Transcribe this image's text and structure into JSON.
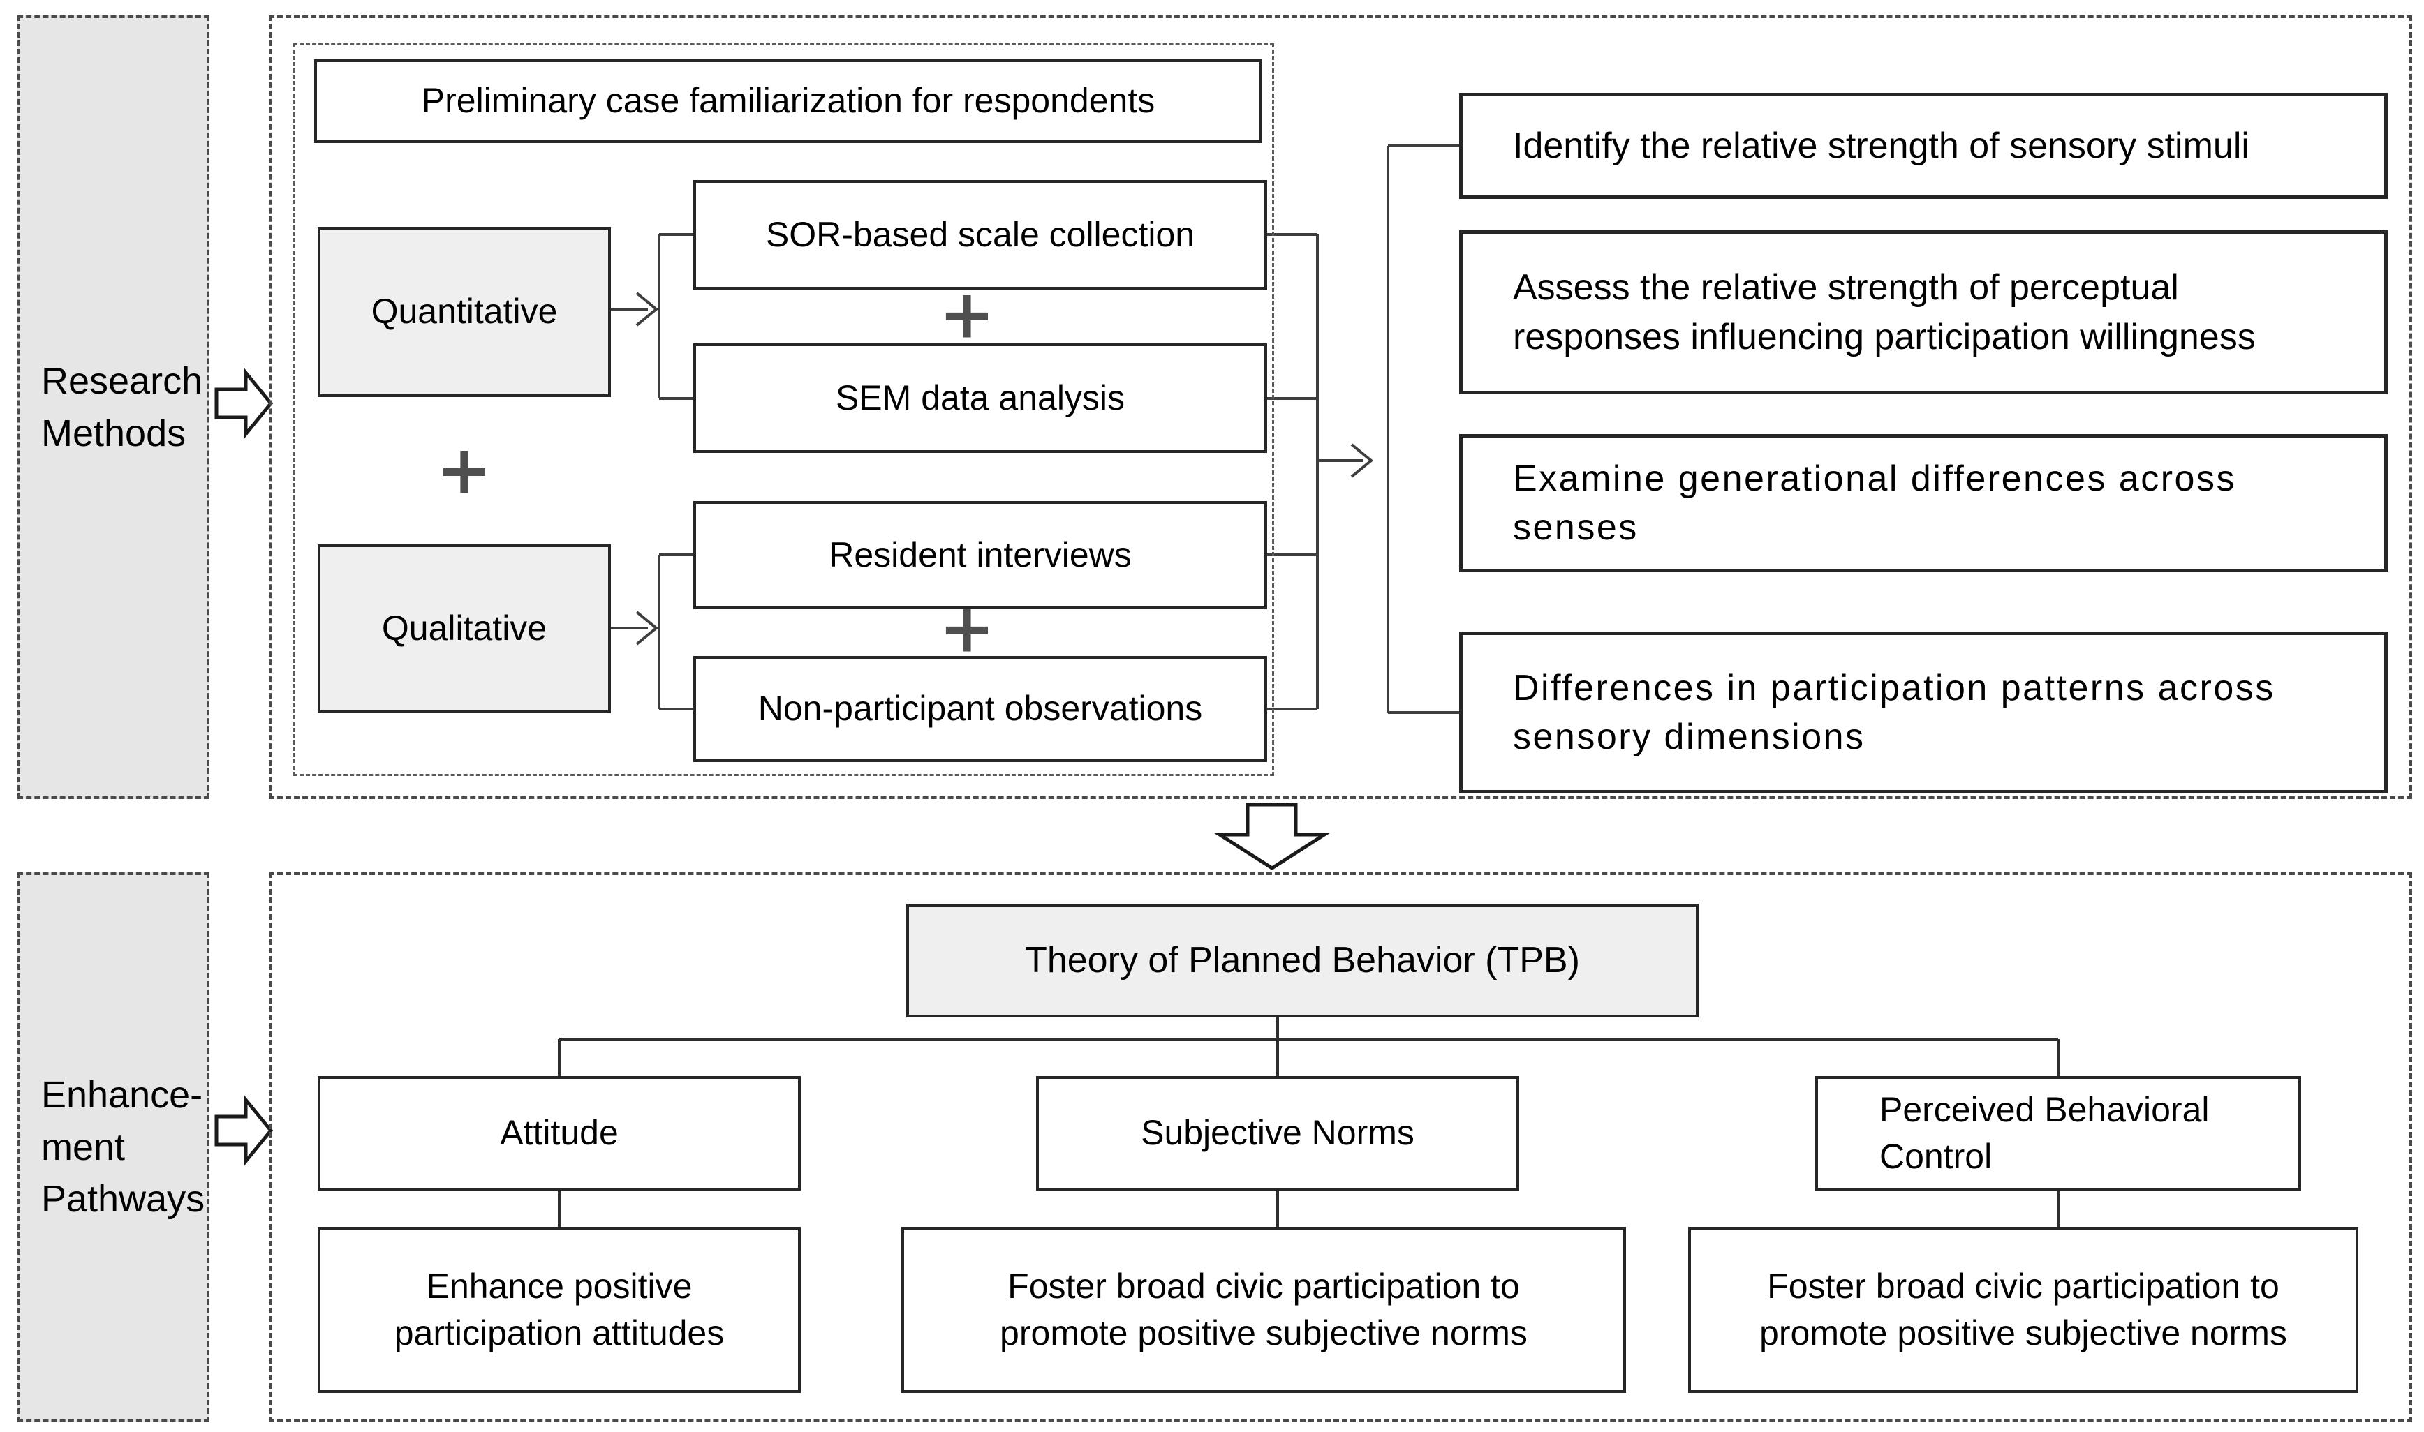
{
  "side_labels": {
    "research_methods": "Research\nMethods",
    "enhancement_pathways": "Enhance-\nment\nPathways"
  },
  "symbols": {
    "plus": "+"
  },
  "methods_section": {
    "preliminary": "Preliminary case familiarization for respondents",
    "quantitative": "Quantitative",
    "qualitative": "Qualitative",
    "quantitative_methods": [
      "SOR-based scale collection",
      "SEM data analysis"
    ],
    "qualitative_methods": [
      "Resident interviews",
      "Non-participant observations"
    ],
    "outcomes": [
      "Identify the relative strength of sensory stimuli",
      "Assess the relative strength of perceptual responses influencing participation willingness",
      "Examine generational differences across senses",
      "Differences in participation patterns across sensory dimensions"
    ]
  },
  "pathways_section": {
    "tpb": "Theory of Planned Behavior (TPB)",
    "branches": [
      {
        "title": "Attitude",
        "action": "Enhance positive participation attitudes"
      },
      {
        "title": "Subjective Norms",
        "action": "Foster broad civic participation to promote positive subjective norms"
      },
      {
        "title": "Perceived Behavioral Control",
        "action": "Foster broad civic participation to promote positive subjective norms"
      }
    ]
  },
  "colors": {
    "panel_gray": "#e6e6e6",
    "box_gray": "#efefef",
    "border_dark": "#262626",
    "connector": "#3d3d3d"
  }
}
